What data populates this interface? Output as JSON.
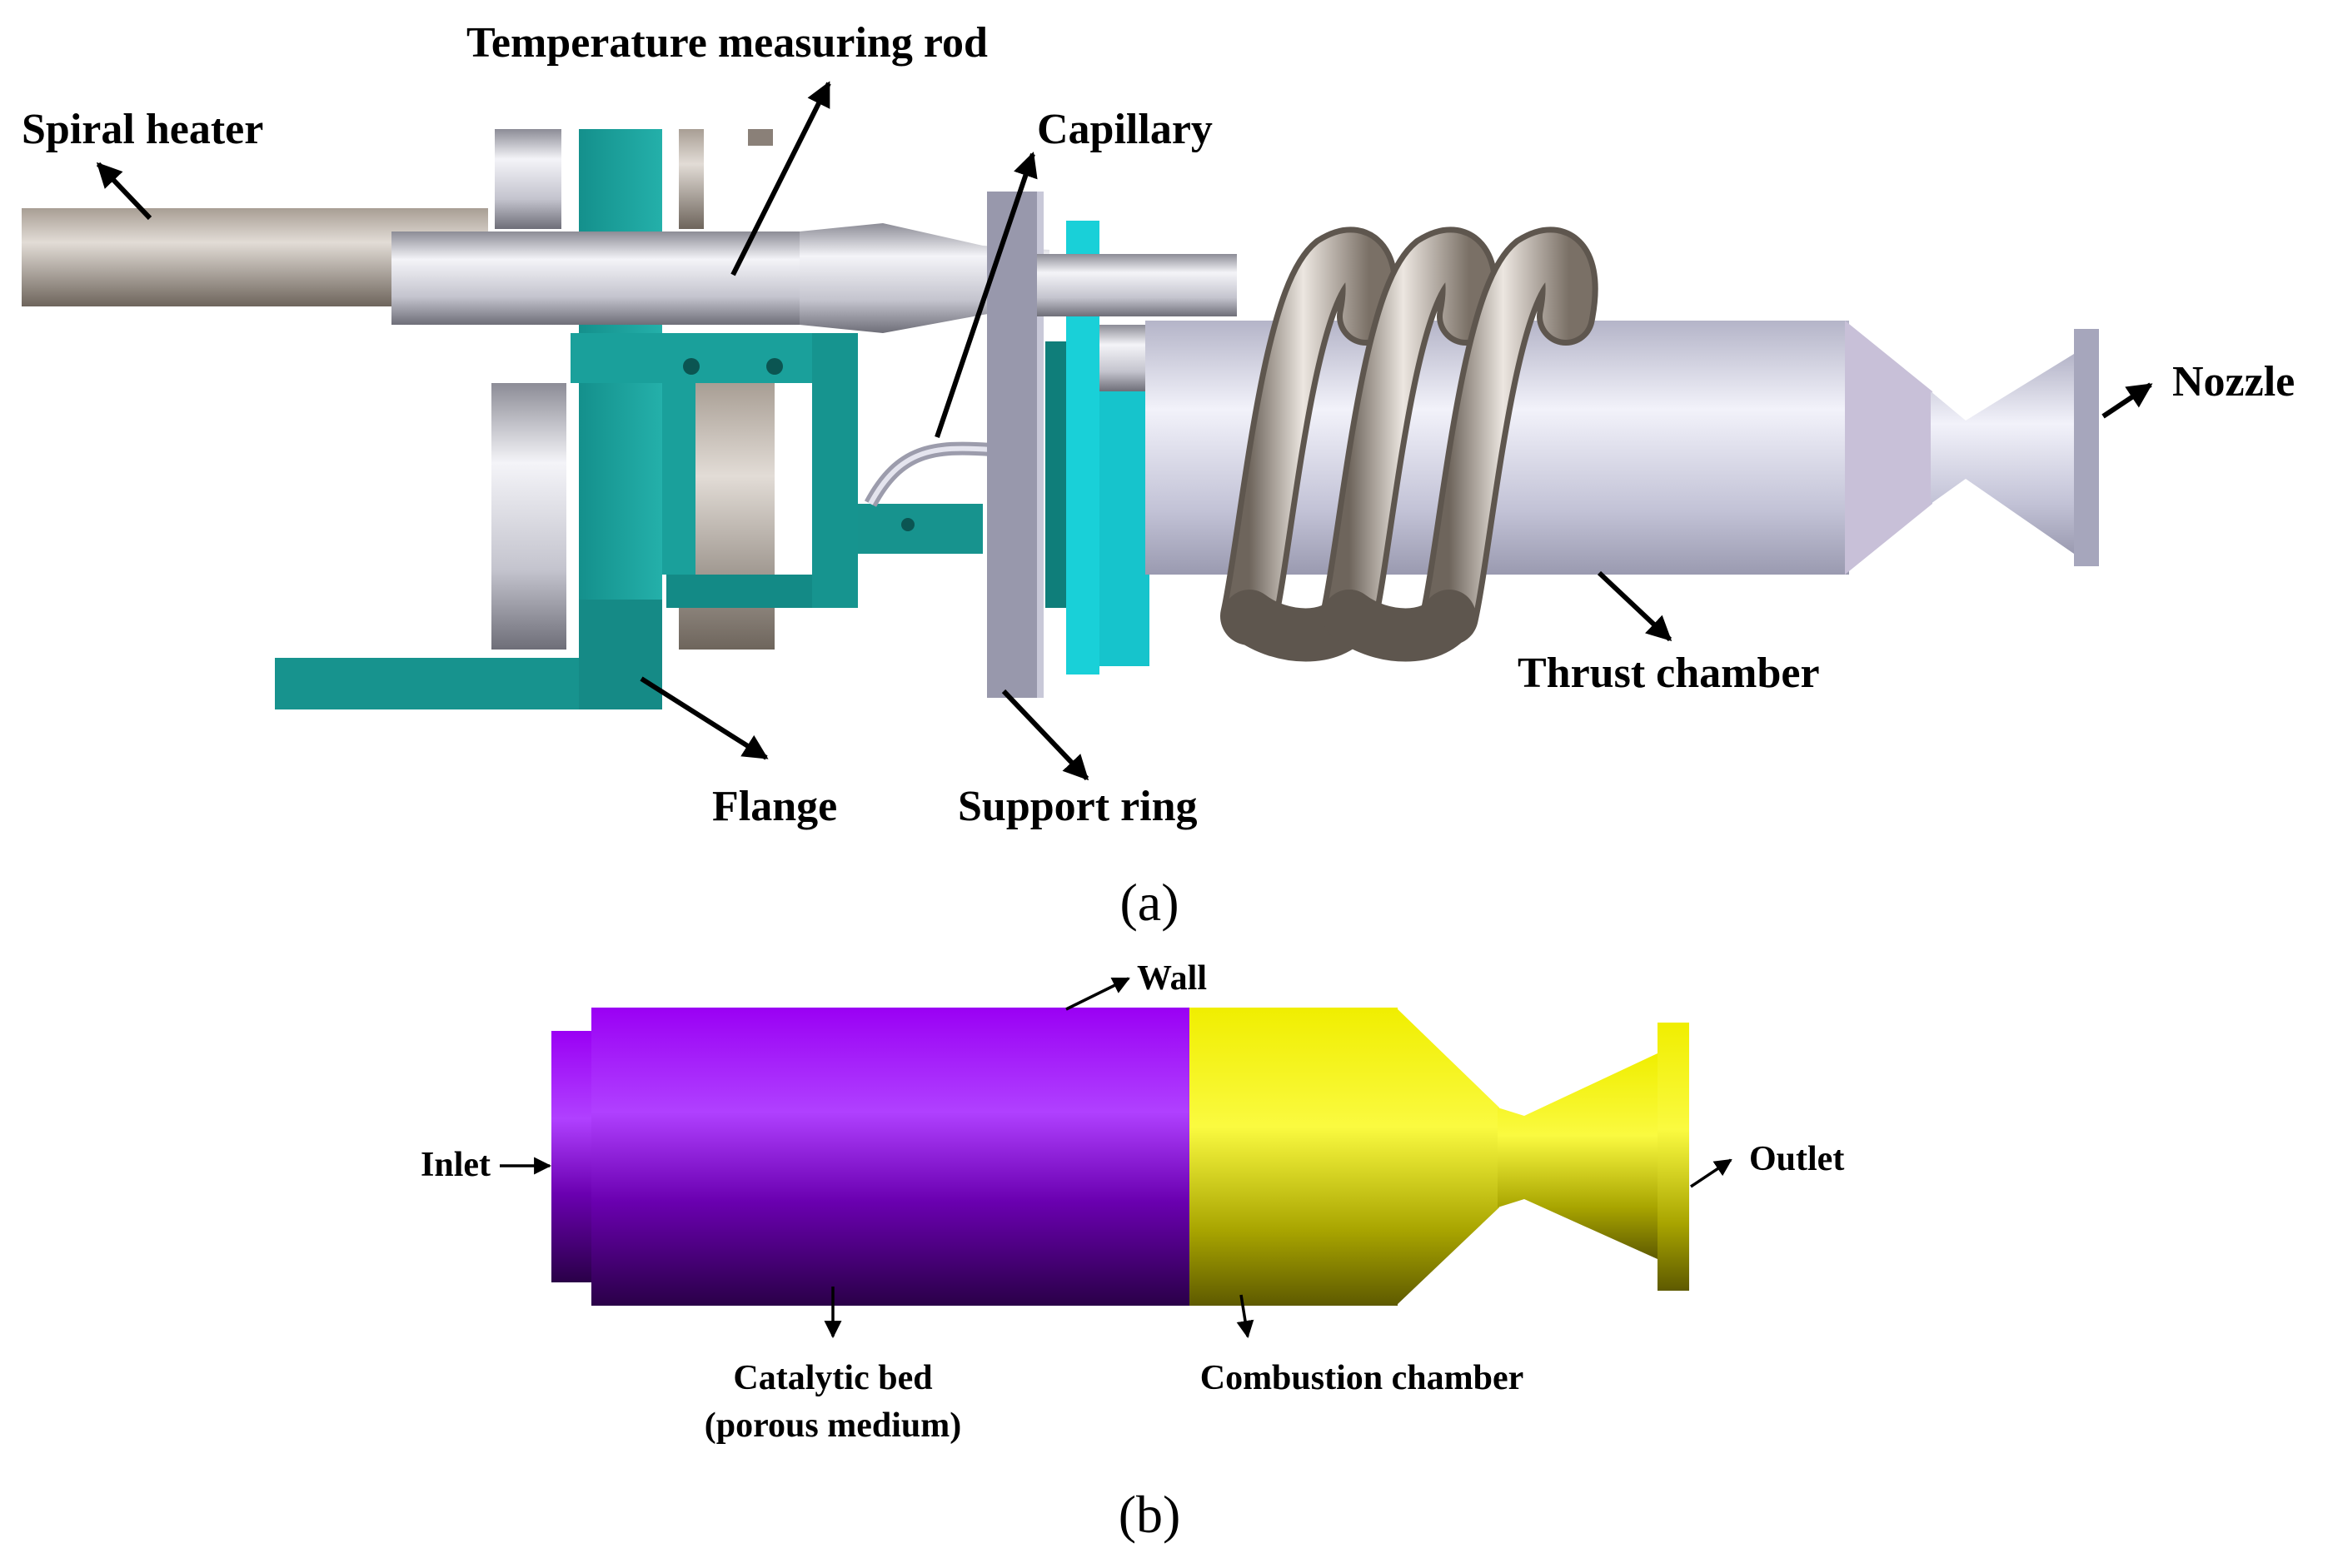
{
  "panel_a": {
    "caption": "(a)",
    "labels": {
      "spiral_heater": "Spiral heater",
      "temperature_measuring_rod": "Temperature measuring rod",
      "capillary": "Capillary",
      "nozzle": "Nozzle",
      "thrust_chamber": "Thrust chamber",
      "flange": "Flange",
      "support_ring": "Support  ring"
    }
  },
  "panel_b": {
    "caption": "(b)",
    "labels": {
      "wall": "Wall",
      "inlet": "Inlet",
      "outlet": "Outlet",
      "catalytic_bed_line1": "Catalytic  bed",
      "catalytic_bed_line2": "(porous medium)",
      "combustion_chamber": "Combustion chamber"
    }
  },
  "colors": {
    "teal": "#1a9a96",
    "cyan": "#19d8e0",
    "silver": "#c8c8d2",
    "heater_brown": "#9a8f84",
    "catalytic_bed_purple": "#8a00e0",
    "combustion_yellow": "#e8e400"
  }
}
